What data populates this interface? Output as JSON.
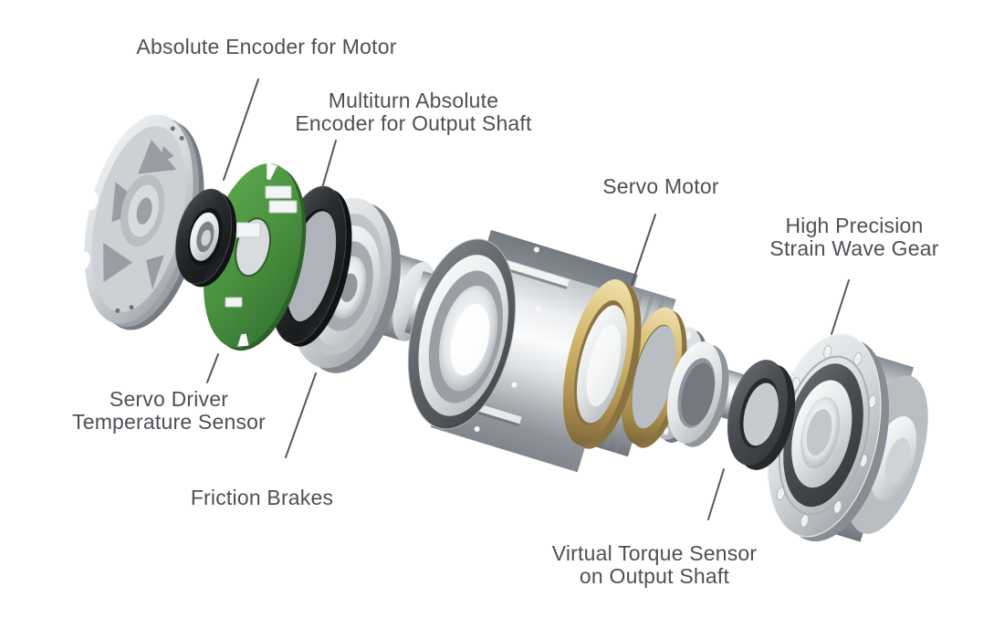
{
  "scene": {
    "background": "#ffffff",
    "label_text_color": "#4c5156",
    "leader_line_color": "#54585d"
  },
  "labels": {
    "absolute_encoder_motor": {
      "lines": [
        "Absolute Encoder for Motor"
      ]
    },
    "multiturn_encoder": {
      "lines": [
        "Multiturn Absolute",
        "Encoder for Output Shaft"
      ]
    },
    "servo_motor": {
      "lines": [
        "Servo Motor"
      ]
    },
    "strain_wave_gear": {
      "lines": [
        "High Precision",
        "Strain Wave Gear"
      ]
    },
    "temperature_sensor": {
      "lines": [
        "Servo Driver",
        "Temperature Sensor"
      ]
    },
    "friction_brakes": {
      "lines": [
        "Friction Brakes"
      ]
    },
    "torque_sensor": {
      "lines": [
        "Virtual Torque Sensor",
        "on Output Shaft"
      ]
    }
  },
  "parts": [
    {
      "id": "rear-cover-plate",
      "name": "Rear cover plate",
      "color": "#c3c8cc"
    },
    {
      "id": "motor-encoder-ring",
      "name": "Absolute encoder ring for motor",
      "color": "#26292c"
    },
    {
      "id": "servo-driver-pcb",
      "name": "Servo driver PCB",
      "color": "#4c9440"
    },
    {
      "id": "multiturn-encoder-ring",
      "name": "Multiturn absolute encoder ring",
      "color": "#26292c"
    },
    {
      "id": "bearing-flange",
      "name": "Bearing flange",
      "color": "#c3c8cc"
    },
    {
      "id": "motor-shaft",
      "name": "Motor shaft",
      "color": "#d6dadd"
    },
    {
      "id": "motor-housing",
      "name": "Servo motor housing",
      "color": "#c3c8cc"
    },
    {
      "id": "rotor-gold-rings",
      "name": "Rotor with brass rings",
      "color": "#c9ad63"
    },
    {
      "id": "output-encoder-ring",
      "name": "Output shaft encoder ring",
      "color": "#dfe2e5"
    },
    {
      "id": "output-shaft",
      "name": "Output shaft",
      "color": "#d6dadd"
    },
    {
      "id": "torque-sensor-ring",
      "name": "Virtual torque sensor ring",
      "color": "#4a4e52"
    },
    {
      "id": "strain-wave-gear",
      "name": "High precision strain wave gear",
      "color": "#c3c8cc"
    }
  ],
  "colors": {
    "pcb_green": "#4c9440",
    "brass_gold": "#c9ad63",
    "metal_light": "#e9ebed",
    "metal_mid": "#aab0b5",
    "metal_dark": "#6f757b",
    "ring_black": "#26292c",
    "dark_ring_gray": "#4a4e52"
  }
}
